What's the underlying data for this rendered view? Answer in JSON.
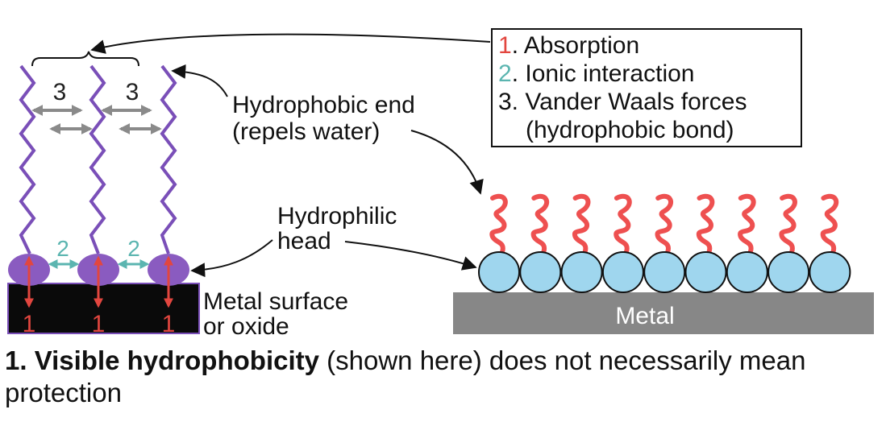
{
  "legend": {
    "item1_num": "1",
    "item1_text": ". Absorption",
    "item2_num": "2",
    "item2_text": ". Ionic interaction",
    "item3_line1": "3. Vander Waals forces",
    "item3_line2": "(hydrophobic bond)"
  },
  "labels": {
    "hydrophobic_end_line1": "Hydrophobic end",
    "hydrophobic_end_line2": "(repels water)",
    "hydrophilic_head_line1": "Hydrophilic",
    "hydrophilic_head_line2": "head",
    "metal_surface_line1": "Metal surface",
    "metal_surface_line2": "or oxide",
    "metal": "Metal",
    "vdw_marker": "3",
    "ionic_marker": "2",
    "absorption_marker": "1"
  },
  "caption": {
    "bold": "1. Visible hydrophobicity",
    "rest": " (shown here) does not necessarily mean protection"
  },
  "colors": {
    "chain": "#7a4fb8",
    "head_left": "#8a5bc0",
    "absorption": "#e2463f",
    "ionic": "#5bb5b0",
    "vdw": "#8a8a8a",
    "tail_right": "#ee5050",
    "sphere": "#9fd6ee",
    "metal_bar": "#878787",
    "metal_dark": "#0a0a0a"
  }
}
